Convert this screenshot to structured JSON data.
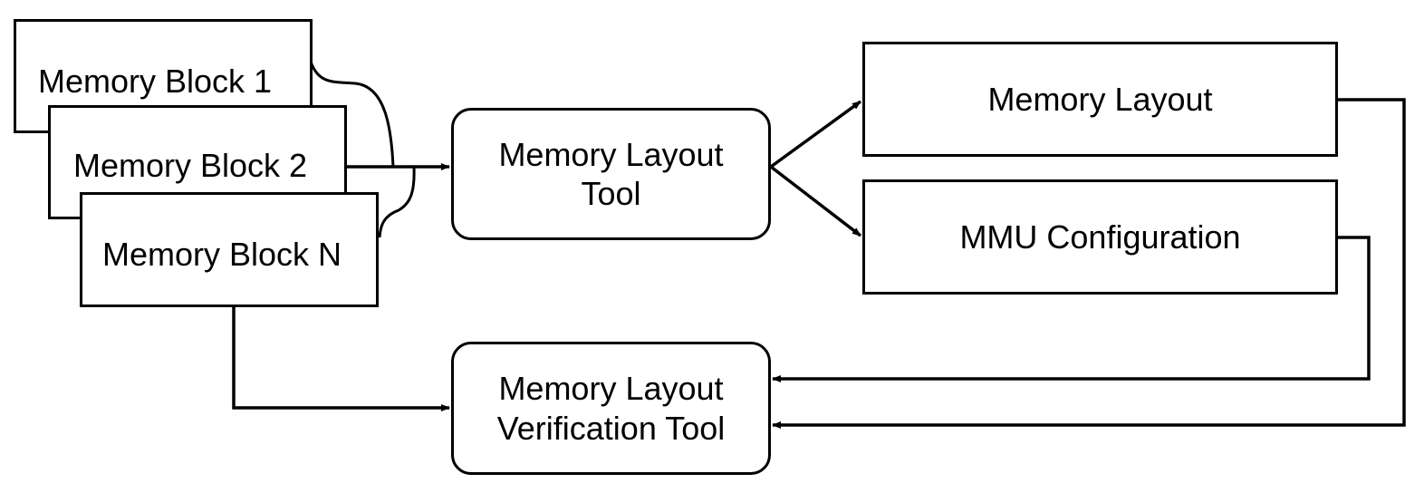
{
  "memory_blocks": [
    {
      "label": "Memory Block 1"
    },
    {
      "label": "Memory Block 2"
    },
    {
      "label": "Memory Block N"
    }
  ],
  "layout_tool": {
    "line1": "Memory Layout",
    "line2": "Tool"
  },
  "verification_tool": {
    "line1": "Memory Layout",
    "line2": "Verification Tool"
  },
  "outputs": {
    "memory_layout": "Memory Layout",
    "mmu_configuration": "MMU Configuration"
  }
}
